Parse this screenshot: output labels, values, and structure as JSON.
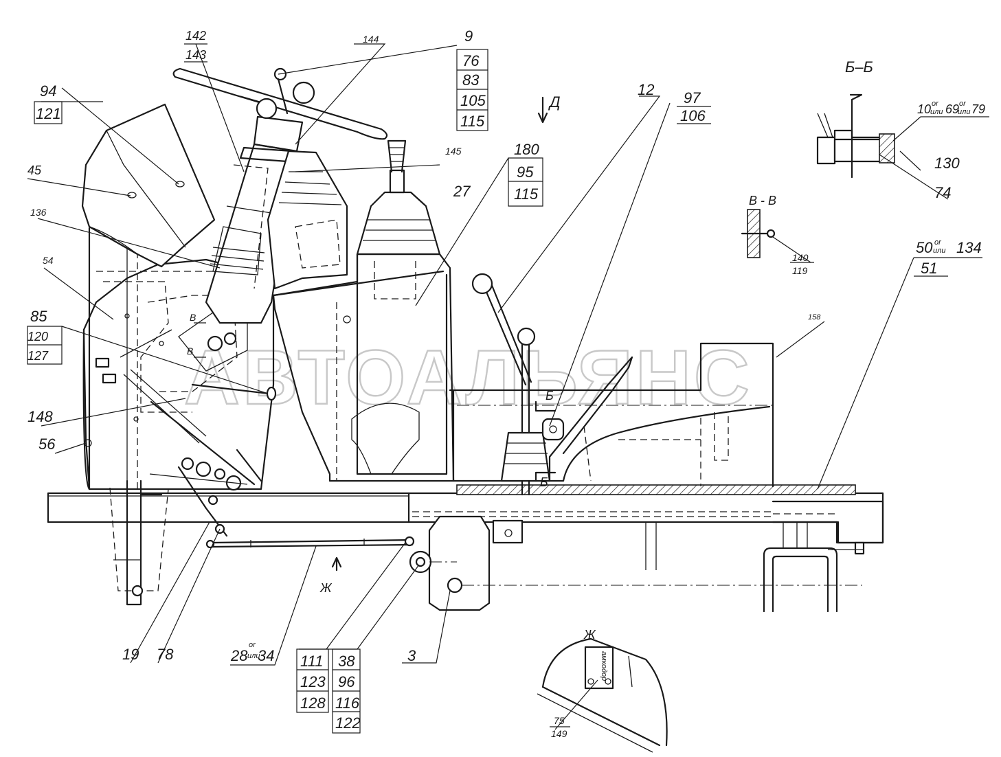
{
  "watermark": "АВТОАЛЬЯНС",
  "labels": {
    "l142": "142",
    "l143": "143",
    "l144": "144",
    "l9": "9",
    "l76": "76",
    "l83": "83",
    "l105": "105",
    "l115a": "115",
    "lD": "Д",
    "l12": "12",
    "l97": "97",
    "l106": "106",
    "l94": "94",
    "l121": "121",
    "l45": "45",
    "l145": "145",
    "l180": "180",
    "l95": "95",
    "l115b": "115",
    "l27": "27",
    "l136": "136",
    "l54": "54",
    "l85": "85",
    "l120": "120",
    "l127": "127",
    "l148": "148",
    "l56": "56",
    "l158": "158",
    "secBB": "Б–Б",
    "l130": "130",
    "l74": "74",
    "secVV": "В - В",
    "l140": "140",
    "l119": "119",
    "l50": "50",
    "l50sup": "or",
    "l50sub": "или",
    "l134": "134",
    "l51": "51",
    "l10": "10",
    "l10sup": "or",
    "l10sub": "или",
    "l69": "69",
    "l69sup": "or",
    "l69sub": "или",
    "l79": "79",
    "markB": "В",
    "markB2": "В",
    "markBe": "Б",
    "markBe2": "Б",
    "markZh": "Ж",
    "viewZh": "Ж",
    "l19": "19",
    "l78": "78",
    "l28": "28",
    "l28sup": "or",
    "l28sub": "или",
    "l34": "34",
    "l111": "111",
    "l123": "123",
    "l128": "128",
    "l38": "38",
    "l96": "96",
    "l116": "116",
    "l122": "122",
    "l3": "3",
    "l75": "75",
    "l149": "149",
    "plate": "амкодор"
  }
}
